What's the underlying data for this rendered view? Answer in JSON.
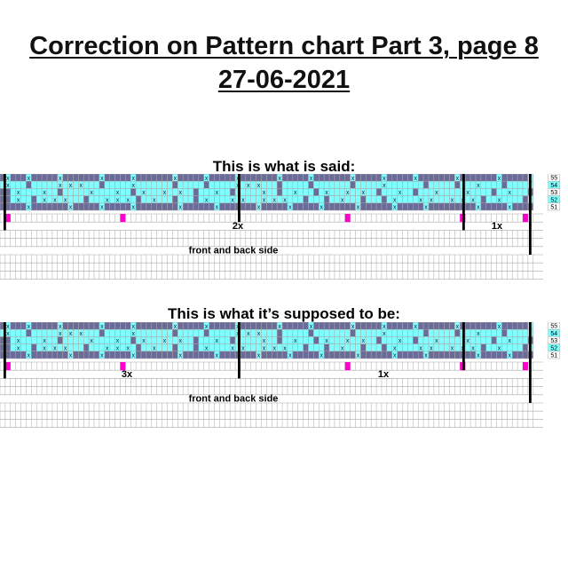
{
  "titles": {
    "line1": "Correction on Pattern chart Part 3, page 8",
    "line2": "27-06-2021"
  },
  "colors": {
    "purple": "#6b6b9a",
    "cyan": "#80ffff",
    "magenta": "#ff00cc",
    "grid": "#a8a8a8",
    "divider": "#000000"
  },
  "row_numbers": [
    "55",
    "54",
    "53",
    "52",
    "51"
  ],
  "pattern_rows": [
    "PXPPPXPPPPPXPPPPPPPXPPPPPXPPPPPPPXPPPPPXPPPPPXPPPPPPPXPPPPPXPPPPPPPXPPPPPXPPPPPXPPPPPPPXPPPPPPPXPPPPP",
    "CXCCCPCCCCCXCXCXCCCPCCCCCXCCCCCCCPCCCCCPCCCCCXCXCXCCCPCCCCCPCCCCCCCPCCCCCXCCCCCCCPCCCCCPCCCXCCCCPCCCCC",
    "PPCXCCCCXCCPCCCCCXCCCCXCCPCXCCCXCCXCCPCCCXCCPCCCCCXCCPCCXCCCPCXCCCXCCXCCPCCCXCCPCCCXCCCCCXCCCCPCCXCCCP",
    "PPCXCCPCXCXCXCCCPCCCXCXCXCPCCXCCCPCCCPCXCCCCXCXCCCXCXCXCCCPCCCPCCXCCCPCCCPCXCCCCXCXCCCXCXCXCPCCXCCCCPC",
    "PPPPPXPPPPPPPXPPPPPXPPPPPXPPPPPPPPXPPPPPPXPPPPPPPXPPPPPXPPPPPXPPPPPPXPPPPPPXPPPPPXPPPPPPPPPXPPPPPXPPPP"
  ],
  "said": {
    "heading": "This is what is said:",
    "repeat_labels": [
      "2x",
      "1x"
    ],
    "footer": "front and back side"
  },
  "supposed": {
    "heading": "This is what it’s supposed to be:",
    "repeat_labels": [
      "3x",
      "1x"
    ],
    "footer": "front and back side"
  }
}
